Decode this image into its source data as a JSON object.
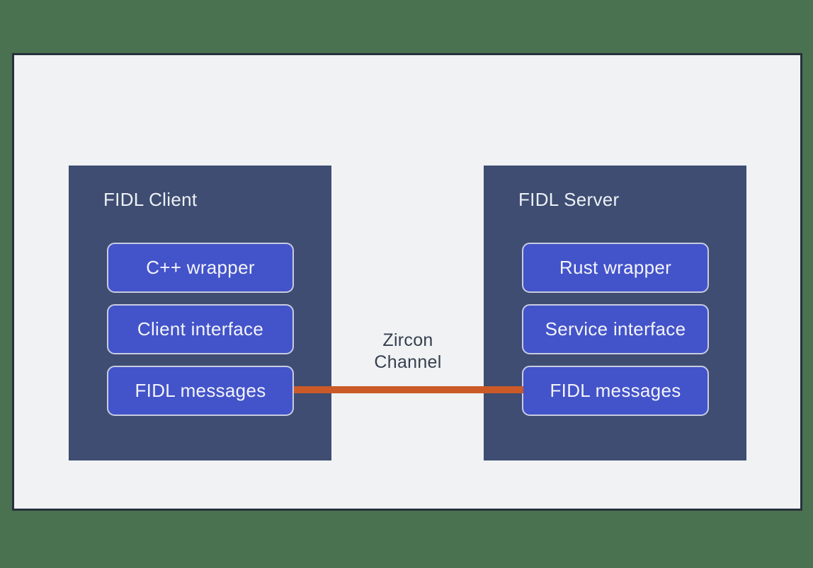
{
  "diagram": {
    "client": {
      "title": "FIDL Client",
      "items": [
        "C++ wrapper",
        "Client interface",
        "FIDL messages"
      ]
    },
    "server": {
      "title": "FIDL Server",
      "items": [
        "Rust wrapper",
        "Service interface",
        "FIDL messages"
      ]
    },
    "channel": {
      "label_line1": "Zircon",
      "label_line2": "Channel"
    }
  },
  "colors": {
    "page_background": "#4a7150",
    "panel_background": "#f0f2f4",
    "panel_border": "#27313c",
    "node_background": "#3e4d71",
    "chip_background": "#4353c9",
    "chip_border": "#c7ccdf",
    "chip_text": "#f3f4fb",
    "node_title_text": "#eef0f6",
    "channel_label_text": "#36404e",
    "channel_line": "#cb5a28"
  }
}
